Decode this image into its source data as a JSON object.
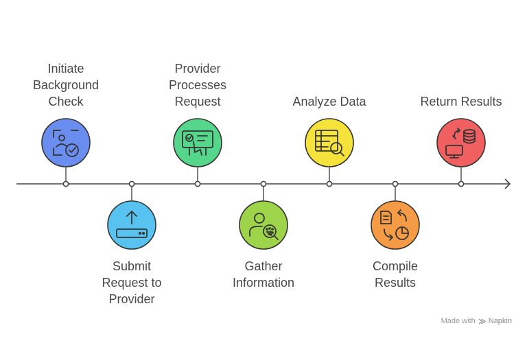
{
  "steps": [
    {
      "lines": [
        "Initiate",
        "Background",
        "Check"
      ],
      "icon": "background-check-icon",
      "color": "#6a8df0",
      "position": "top"
    },
    {
      "lines": [
        "Submit",
        "Request to",
        "Provider"
      ],
      "icon": "upload-tray-icon",
      "color": "#58c2f0",
      "position": "bottom"
    },
    {
      "lines": [
        "Provider",
        "Processes",
        "Request"
      ],
      "icon": "form-processing-icon",
      "color": "#55d68a",
      "position": "top"
    },
    {
      "lines": [
        "Gather",
        "Information"
      ],
      "icon": "person-search-icon",
      "color": "#9ed44a",
      "position": "bottom"
    },
    {
      "lines": [
        "Analyze Data"
      ],
      "icon": "table-magnifier-icon",
      "color": "#f5e23a",
      "position": "top"
    },
    {
      "lines": [
        "Compile",
        "Results"
      ],
      "icon": "document-chart-icon",
      "color": "#f59a45",
      "position": "bottom"
    },
    {
      "lines": [
        "Return Results"
      ],
      "icon": "database-monitor-icon",
      "color": "#f06060",
      "position": "top"
    }
  ],
  "credit": {
    "made_with": "Made with",
    "brand": "Napkin"
  },
  "colors": {
    "axis": "#444444",
    "outline": "#333333",
    "text": "#484848"
  }
}
